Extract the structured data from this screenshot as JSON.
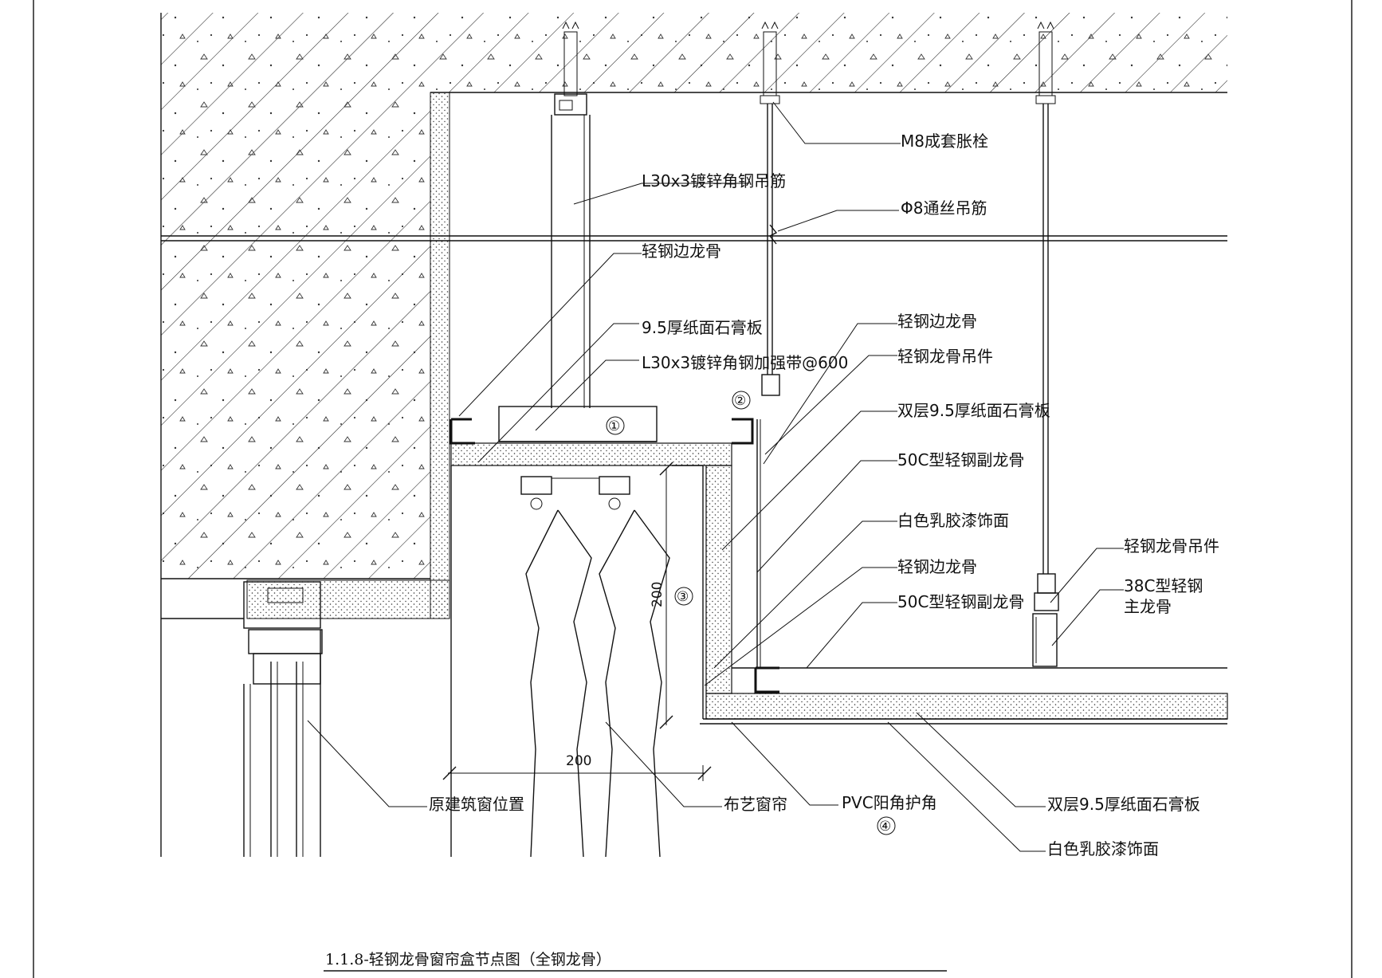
{
  "drawing_title": "1.1.8-轻钢龙骨窗帘盒节点图（全钢龙骨）",
  "labels": {
    "anchor_bolt": "M8成套胀栓",
    "angle_hanger": "L30x3镀锌角钢吊筋",
    "threaded_rod": "Φ8通丝吊筋",
    "edge_keel_top": "轻钢边龙骨",
    "gypsum_single": "9.5厚纸面石膏板",
    "angle_strip": "L30x3镀锌角钢加强带@600",
    "edge_keel_right": "轻钢边龙骨",
    "keel_hanger_upper": "轻钢龙骨吊件",
    "gypsum_double_upper": "双层9.5厚纸面石膏板",
    "c50_keel_upper": "50C型轻钢副龙骨",
    "latex_paint_upper": "白色乳胶漆饰面",
    "edge_keel_lower": "轻钢边龙骨",
    "c50_keel_lower": "50C型轻钢副龙骨",
    "keel_hanger_right": "轻钢龙骨吊件",
    "c38_main_keel_1": "38C型轻钢",
    "c38_main_keel_2": "主龙骨",
    "window_position": "原建筑窗位置",
    "fabric_curtain": "布艺窗帘",
    "pvc_corner": "PVC阳角护角",
    "gypsum_double_lower": "双层9.5厚纸面石膏板",
    "latex_paint_lower": "白色乳胶漆饰面"
  },
  "markers": {
    "m1": "①",
    "m2": "②",
    "m3": "③",
    "m4": "④"
  },
  "dimensions": {
    "vertical": "200",
    "horizontal": "200"
  }
}
